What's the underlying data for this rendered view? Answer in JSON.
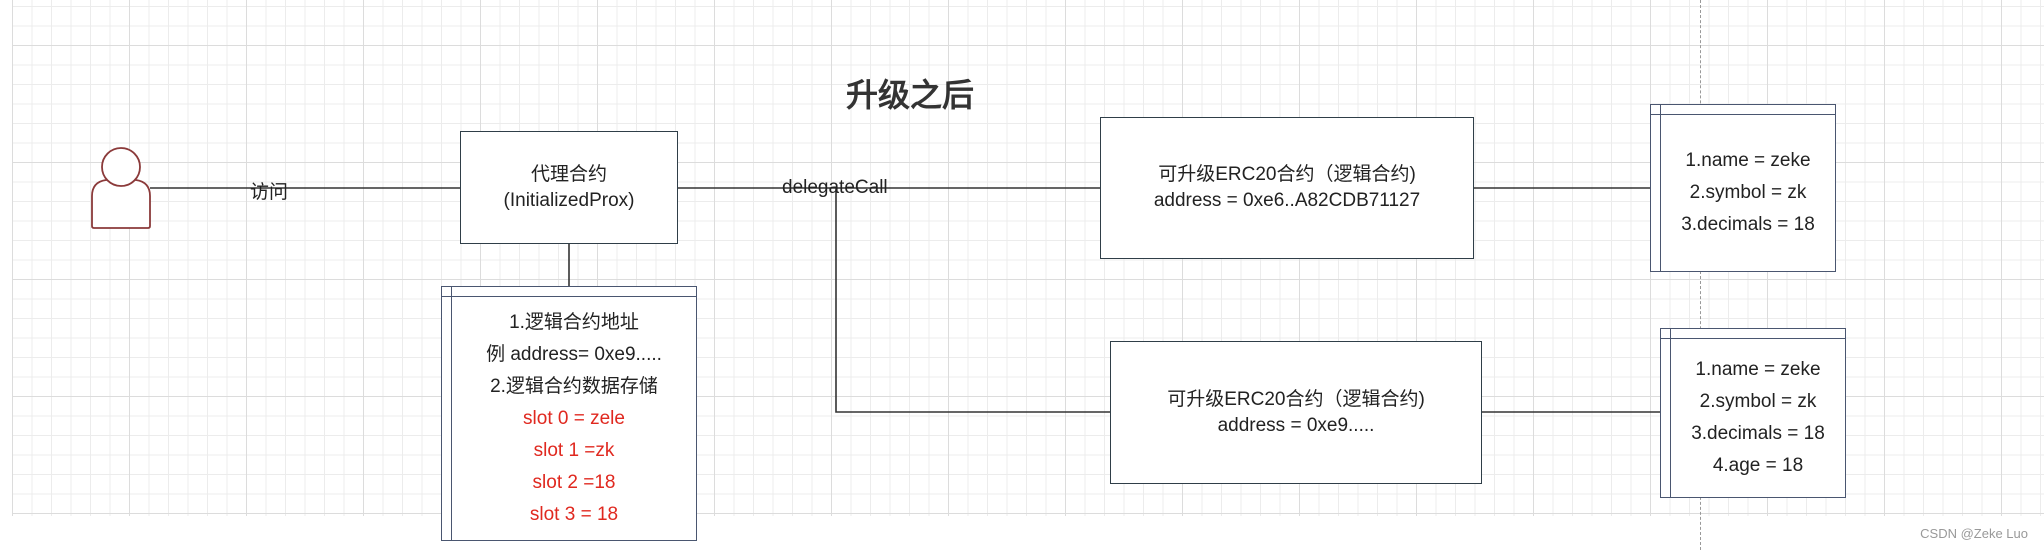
{
  "title": "升级之后",
  "user_edge_label": "访问",
  "proxy": {
    "line1": "代理合约",
    "line2": "(InitializedProx)"
  },
  "delegate_label": "delegateCall",
  "logic_v1": {
    "line1": "可升级ERC20合约（逻辑合约)",
    "line2": "address = 0xe6..A82CDB71127"
  },
  "logic_v2": {
    "line1": "可升级ERC20合约（逻辑合约)",
    "line2": "address = 0xe9....."
  },
  "storage_v1": [
    "1.name = zeke",
    "2.symbol = zk",
    "3.decimals = 18"
  ],
  "storage_v2": [
    "1.name = zeke",
    "2.symbol = zk",
    "3.decimals = 18",
    "4.age = 18"
  ],
  "proxy_storage": {
    "lines": [
      "1.逻辑合约地址",
      "例 address= 0xe9.....",
      "2.逻辑合约数据存储"
    ],
    "slots": [
      "slot 0 = zele",
      "slot 1 =zk",
      "slot 2 =18",
      "slot 3 = 18"
    ]
  },
  "colors": {
    "slot_text": "#e0281f",
    "border": "#2f3e48",
    "user": "#8b3a3a"
  },
  "watermark": "CSDN @Zeke Luo"
}
